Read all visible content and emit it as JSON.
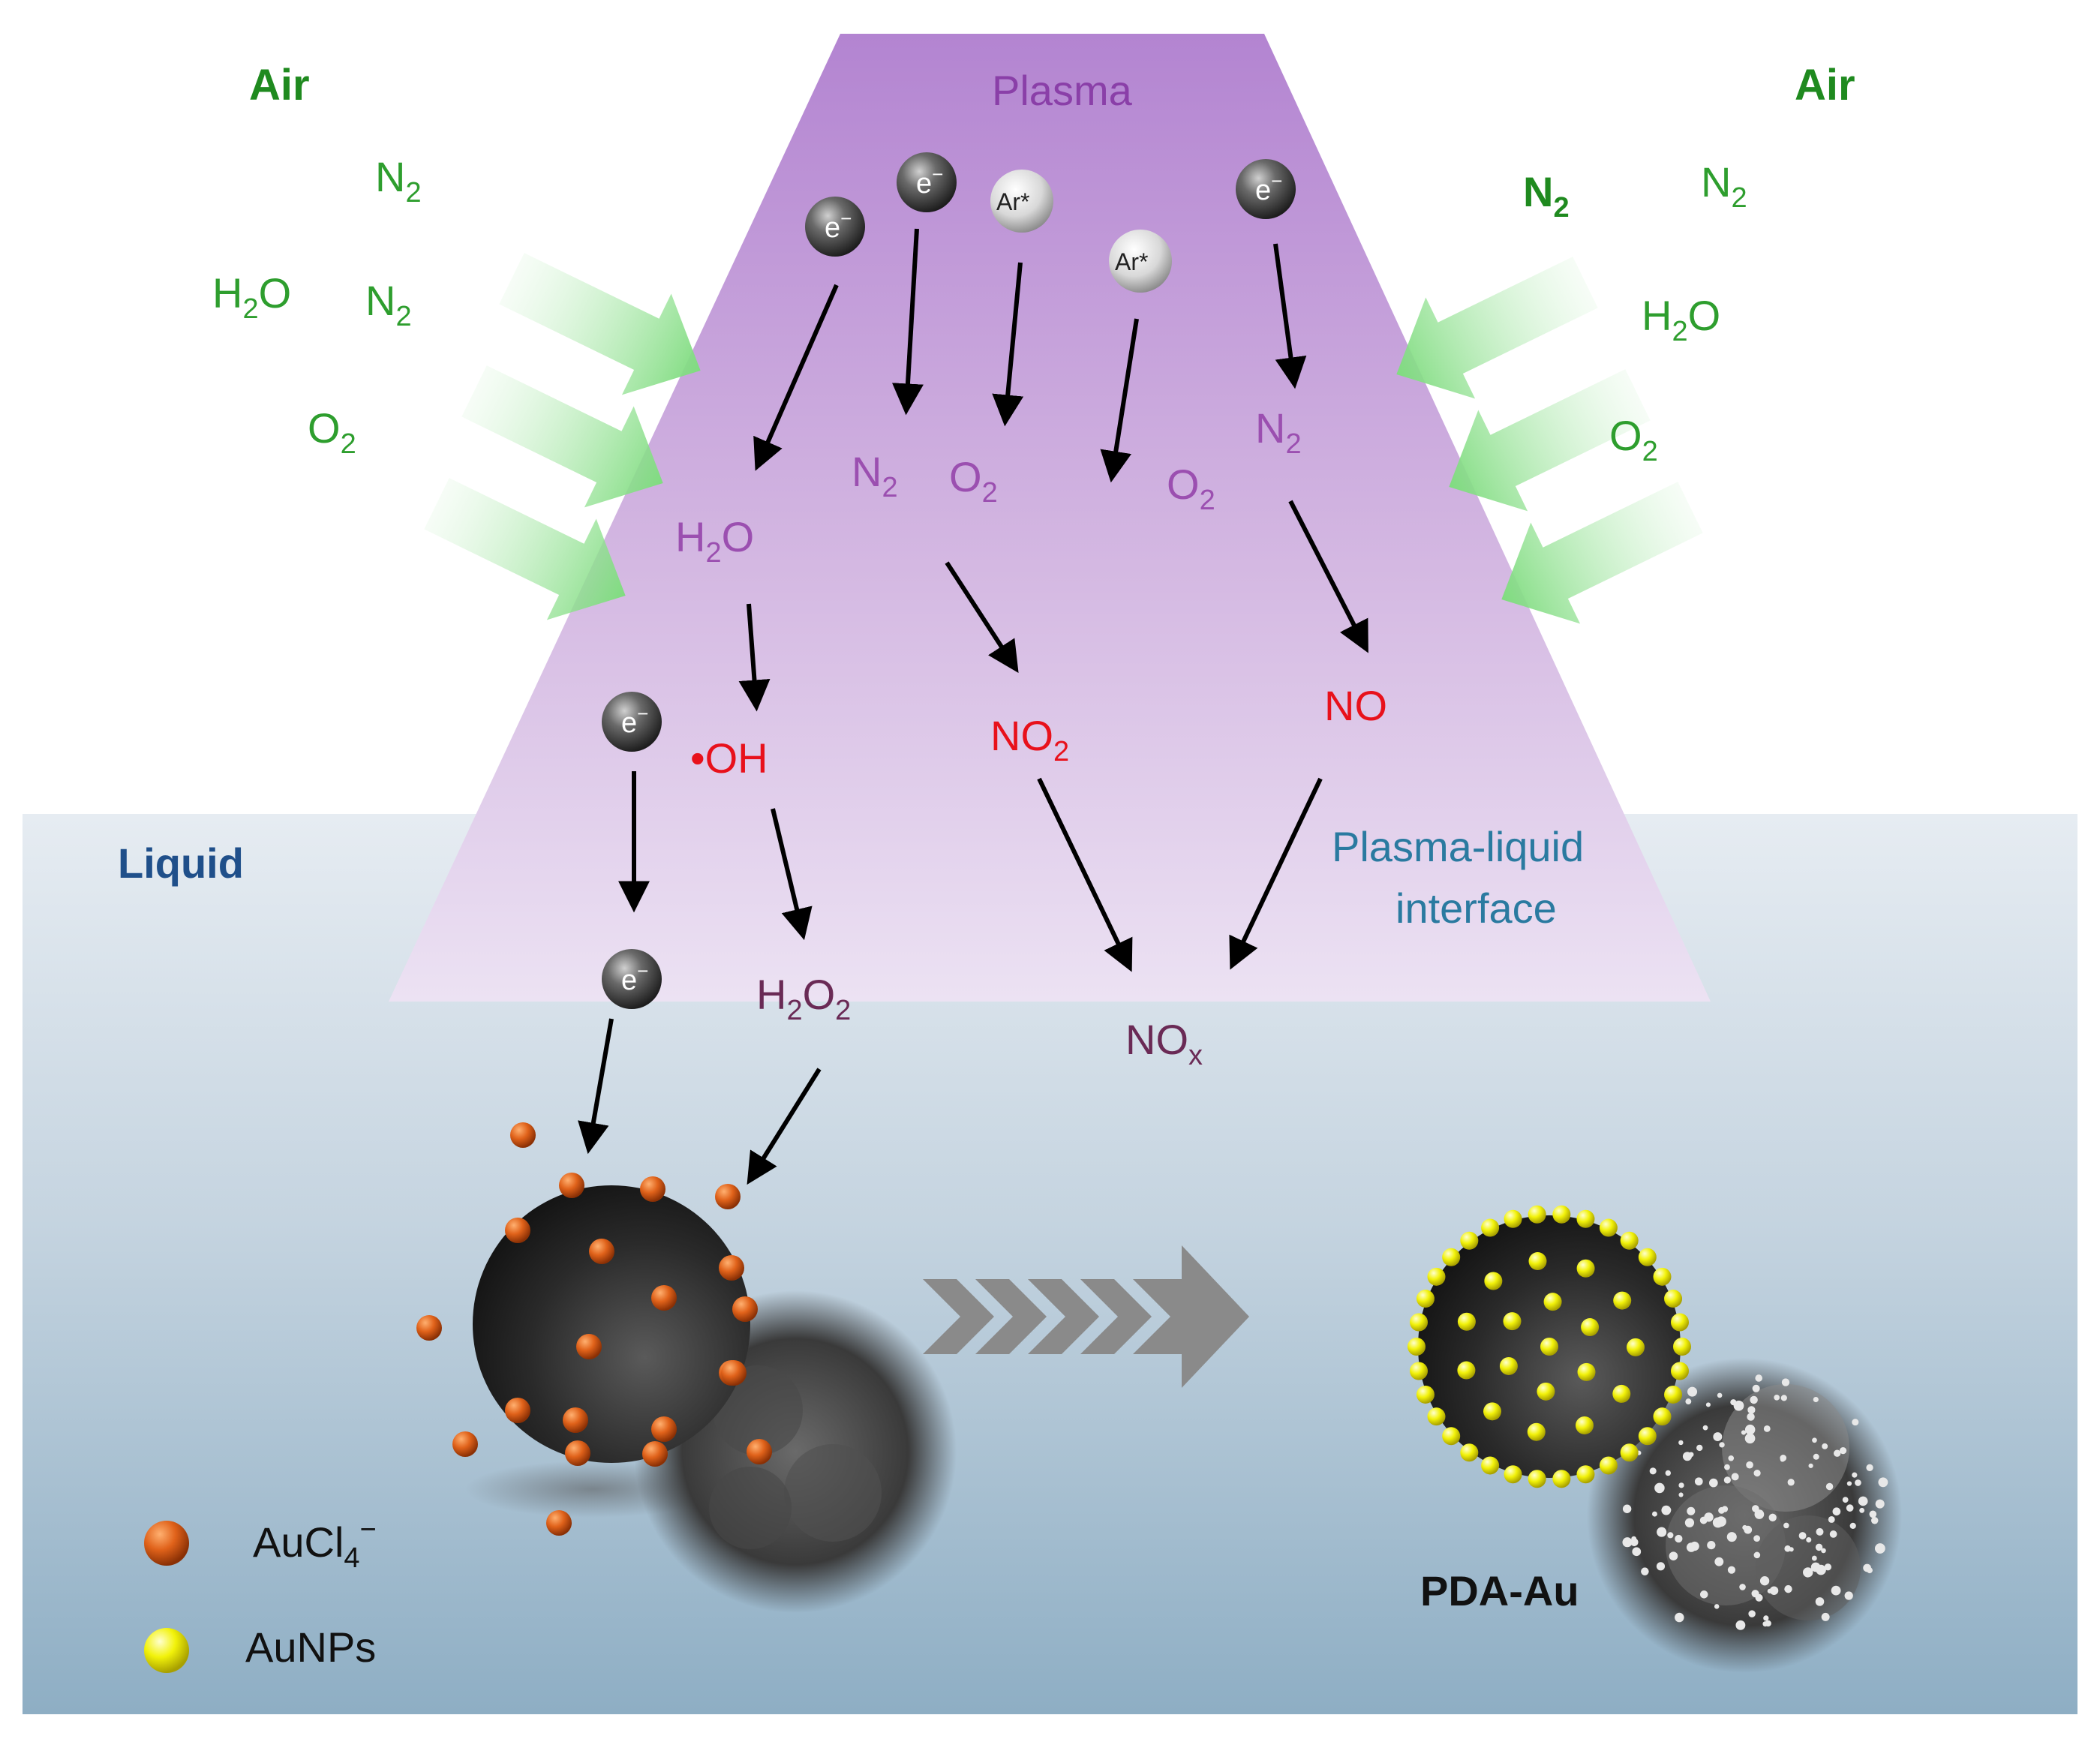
{
  "colors": {
    "air_green": "#2e9e2e",
    "air_bold_green": "#1f8a1f",
    "plasma_purple": "#8a3fa8",
    "species_purple": "#9b4fb0",
    "radical_red": "#e8111b",
    "liquid_blue": "#1f4f8a",
    "interface_teal": "#2a7aa0",
    "dark_purple_text": "#6a2a55",
    "arrow_green": "#8fe08f",
    "aucl4_orange": "#e0621a",
    "aunp_yellow": "#f2f20a"
  },
  "labels": {
    "air_left": "Air",
    "air_right": "Air",
    "plasma": "Plasma",
    "liquid": "Liquid",
    "interface_line1": "Plasma-liquid",
    "interface_line2": "interface",
    "product": "PDA-Au"
  },
  "air_left_species": {
    "n2_top": {
      "base": "N",
      "sub": "2"
    },
    "h2o": {
      "base": "H",
      "sub": "2",
      "tail": "O"
    },
    "n2_mid": {
      "base": "N",
      "sub": "2"
    },
    "o2": {
      "base": "O",
      "sub": "2"
    }
  },
  "air_right_species": {
    "n2_bold": {
      "base": "N",
      "sub": "2"
    },
    "n2": {
      "base": "N",
      "sub": "2"
    },
    "h2o": {
      "base": "H",
      "sub": "2",
      "tail": "O"
    },
    "o2": {
      "base": "O",
      "sub": "2"
    }
  },
  "plasma_particles": {
    "electron": "e",
    "electron_sup": "−",
    "argon": "Ar*"
  },
  "plasma_species": {
    "n2_a": {
      "base": "N",
      "sub": "2"
    },
    "o2_a": {
      "base": "O",
      "sub": "2"
    },
    "o2_b": {
      "base": "O",
      "sub": "2"
    },
    "n2_b": {
      "base": "N",
      "sub": "2"
    },
    "h2o": {
      "base": "H",
      "sub": "2",
      "tail": "O"
    }
  },
  "radicals": {
    "oh": "•OH",
    "no2": {
      "base": "NO",
      "sub": "2"
    },
    "no": "NO"
  },
  "liquid_species": {
    "h2o2": {
      "base": "H",
      "sub": "2",
      "mid": "O",
      "sub2": "2"
    },
    "nox": {
      "base": "NO",
      "sub": "x"
    }
  },
  "legend": [
    {
      "name": "AuCl",
      "sub": "4",
      "sup": "−",
      "color": "#e0621a"
    },
    {
      "name": "AuNPs",
      "sub": "",
      "sup": "",
      "color": "#f2f20a"
    }
  ]
}
